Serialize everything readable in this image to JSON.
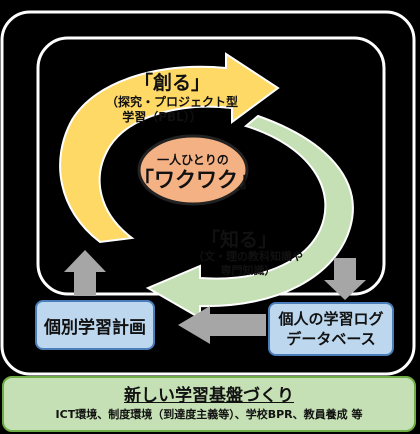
{
  "cycle": {
    "create_title": "「創る」",
    "create_sub_line1": "（探究・プロジェクト型",
    "create_sub_line2": "学習（PBL））",
    "center_line1": "一人ひとりの",
    "center_line2": "「ワクワク」",
    "know_title": "「知る」",
    "know_sub_line1": "（文・理の教科知識や",
    "know_sub_line2": "専門知識）"
  },
  "individual_plan_label": "個別学習計画",
  "learning_log_line1": "個人の学習ログ",
  "learning_log_line2": "データベース",
  "foundation": {
    "title": "新しい学習基盤づくり",
    "subtitle": "ICT環境、制度環境（到達度主義等）、学校BPR、教員養成 等"
  },
  "colors": {
    "create_arrow": "#ffd966",
    "know_arrow": "#c5e0b4",
    "center_oval": "#f4b183",
    "box_fill": "#bdd7ee",
    "foundation_fill": "#c5e0b4",
    "down_arrow": "#a6a6a6"
  }
}
